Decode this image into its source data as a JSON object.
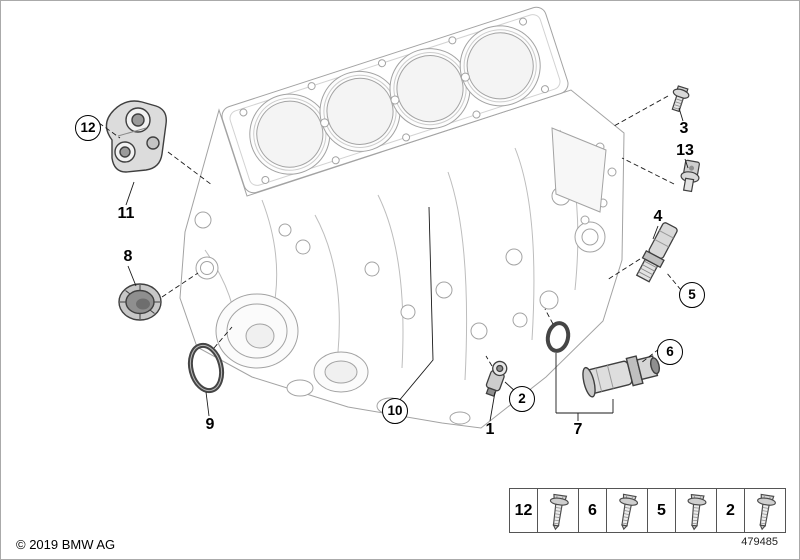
{
  "diagram": {
    "copyright": "© 2019 BMW AG",
    "number": "479485",
    "subject": "engine-cylinder-block-mounting-parts"
  },
  "colors": {
    "block_line": "#a3a3a3",
    "part_line": "#3f3f3f",
    "leader_line": "#1a1a1a"
  },
  "callouts": [
    {
      "label": "12",
      "circled": true
    },
    {
      "label": "11",
      "circled": false
    },
    {
      "label": "8",
      "circled": false
    },
    {
      "label": "9",
      "circled": false
    },
    {
      "label": "10",
      "circled": true
    },
    {
      "label": "1",
      "circled": false
    },
    {
      "label": "2",
      "circled": true
    },
    {
      "label": "7",
      "circled": false
    },
    {
      "label": "6",
      "circled": true
    },
    {
      "label": "5",
      "circled": true
    },
    {
      "label": "4",
      "circled": false
    },
    {
      "label": "13",
      "circled": false
    },
    {
      "label": "3",
      "circled": false
    }
  ],
  "parts_table": [
    {
      "label": "12",
      "icon": "flange-bolt"
    },
    {
      "label": "6",
      "icon": "flange-bolt"
    },
    {
      "label": "5",
      "icon": "flange-bolt"
    },
    {
      "label": "2",
      "icon": "flange-bolt"
    }
  ]
}
